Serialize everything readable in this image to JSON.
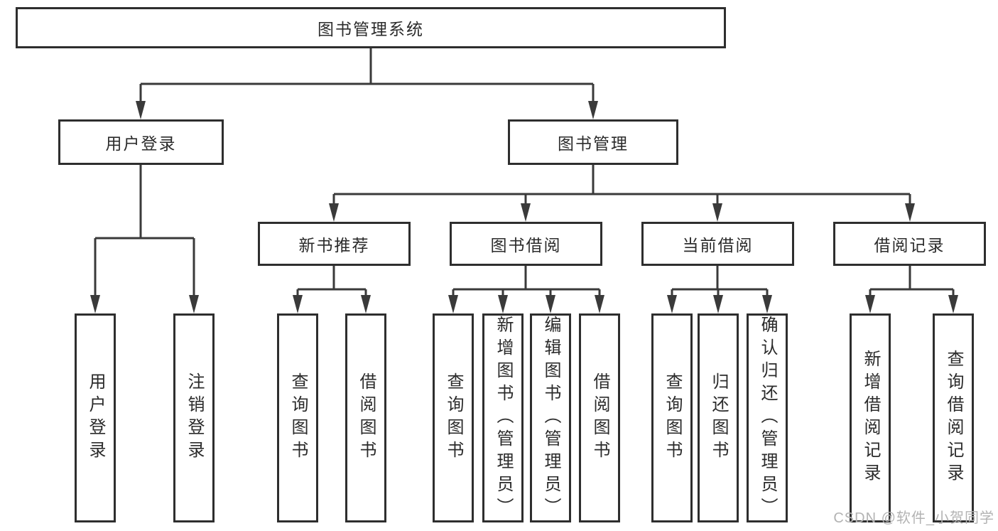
{
  "tree": {
    "root": {
      "label": "图书管理系统",
      "children": [
        {
          "label": "用户登录",
          "children": [
            {
              "label": "用户登录"
            },
            {
              "label": "注销登录"
            }
          ]
        },
        {
          "label": "图书管理",
          "children": [
            {
              "label": "新书推荐",
              "children": [
                {
                  "label": "查询图书"
                },
                {
                  "label": "借阅图书"
                }
              ]
            },
            {
              "label": "图书借阅",
              "children": [
                {
                  "label": "查询图书"
                },
                {
                  "label": "新增图书（管理员）"
                },
                {
                  "label": "编辑图书（管理员）"
                },
                {
                  "label": "借阅图书"
                }
              ]
            },
            {
              "label": "当前借阅",
              "children": [
                {
                  "label": "查询图书"
                },
                {
                  "label": "归还图书"
                },
                {
                  "label": "确认归还（管理员）"
                }
              ]
            },
            {
              "label": "借阅记录",
              "children": [
                {
                  "label": "新增借阅记录"
                },
                {
                  "label": "查询借阅记录"
                }
              ]
            }
          ]
        }
      ]
    }
  },
  "watermark": {
    "text": "CSDN @软件_小贺同学"
  },
  "colors": {
    "line": "#3a3a3a",
    "box_border": "#2e2e2e",
    "text": "#2b2b2b",
    "watermark": "#b3b3b3",
    "background": "#ffffff"
  }
}
